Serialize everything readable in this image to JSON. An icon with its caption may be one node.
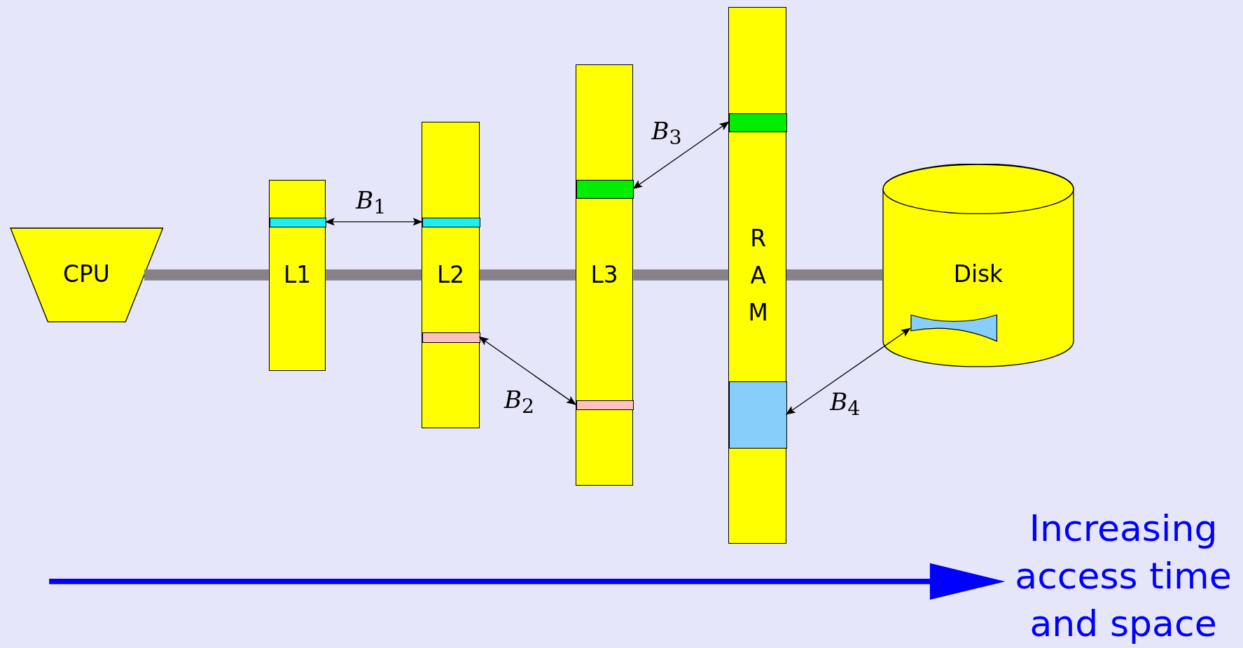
{
  "diagram": {
    "nodes": [
      {
        "text": [
          "CPU"
        ]
      },
      {
        "text": [
          "L1"
        ]
      },
      {
        "text": [],
        "shape": "bar",
        "in": 1
      },
      {
        "text": [
          "L2"
        ]
      },
      {
        "text": [],
        "shape": "bar",
        "in": 3
      },
      {
        "text": [],
        "shape": "bar",
        "in": 3
      },
      {
        "text": [
          "L3"
        ]
      },
      {
        "text": [],
        "shape": "bar",
        "in": 6
      },
      {
        "text": [],
        "shape": "bar",
        "in": 6
      },
      {
        "text": [
          "R A M"
        ]
      },
      {
        "text": [],
        "shape": "bar",
        "in": 9
      },
      {
        "text": [],
        "shape": "bar",
        "in": 9
      },
      {
        "text": [
          "Disk"
        ]
      },
      {
        "text": [],
        "shape": "bar",
        "in": 12
      }
    ],
    "edges": [
      {
        "from": 0,
        "to": 1,
        "arrow": "none"
      },
      {
        "from": 1,
        "to": 3,
        "arrow": "none"
      },
      {
        "from": 3,
        "to": 6,
        "arrow": "none"
      },
      {
        "from": 6,
        "to": 9,
        "arrow": "none"
      },
      {
        "from": 9,
        "to": 12,
        "arrow": "none"
      },
      {
        "from": 2,
        "to": 4,
        "arrow": "both",
        "label": "*B*$_{1}$",
        "color": "#000000"
      },
      {
        "from": 5,
        "to": 8,
        "arrow": "both",
        "label": "*B*$_{2}$",
        "color": "#000000"
      },
      {
        "from": 7,
        "to": 10,
        "arrow": "both",
        "label": "*B*$_{3}$",
        "color": "#000000"
      },
      {
        "from": 11,
        "to": 13,
        "arrow": "both",
        "label": "*B*$_{4}$",
        "color": "#000000"
      }
    ],
    "labels": [
      "Increasing access time and space"
    ]
  }
}
